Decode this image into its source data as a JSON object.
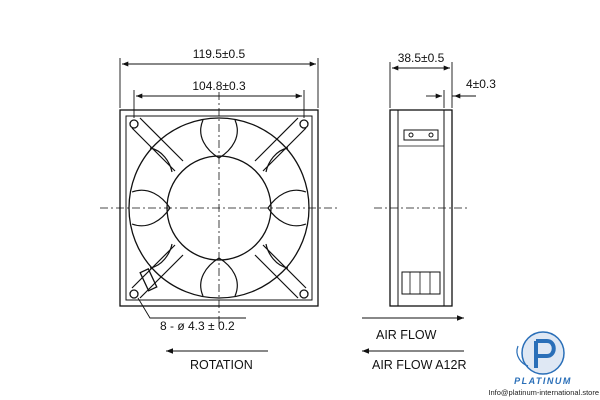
{
  "dimensions": {
    "overall_width": "119.5±0.5",
    "hole_spacing": "104.8±0.3",
    "depth": "38.5±0.5",
    "flange": "4±0.3",
    "holes": "8 - ø 4.3 ± 0.2"
  },
  "labels": {
    "rotation": "ROTATION",
    "air_flow": "AIR FLOW",
    "air_flow_a12r": "AIR FLOW A12R"
  },
  "brand": {
    "name": "PLATINUM",
    "contact": "Info@platinum-international.store",
    "logo_color": "#2a6fb8"
  }
}
